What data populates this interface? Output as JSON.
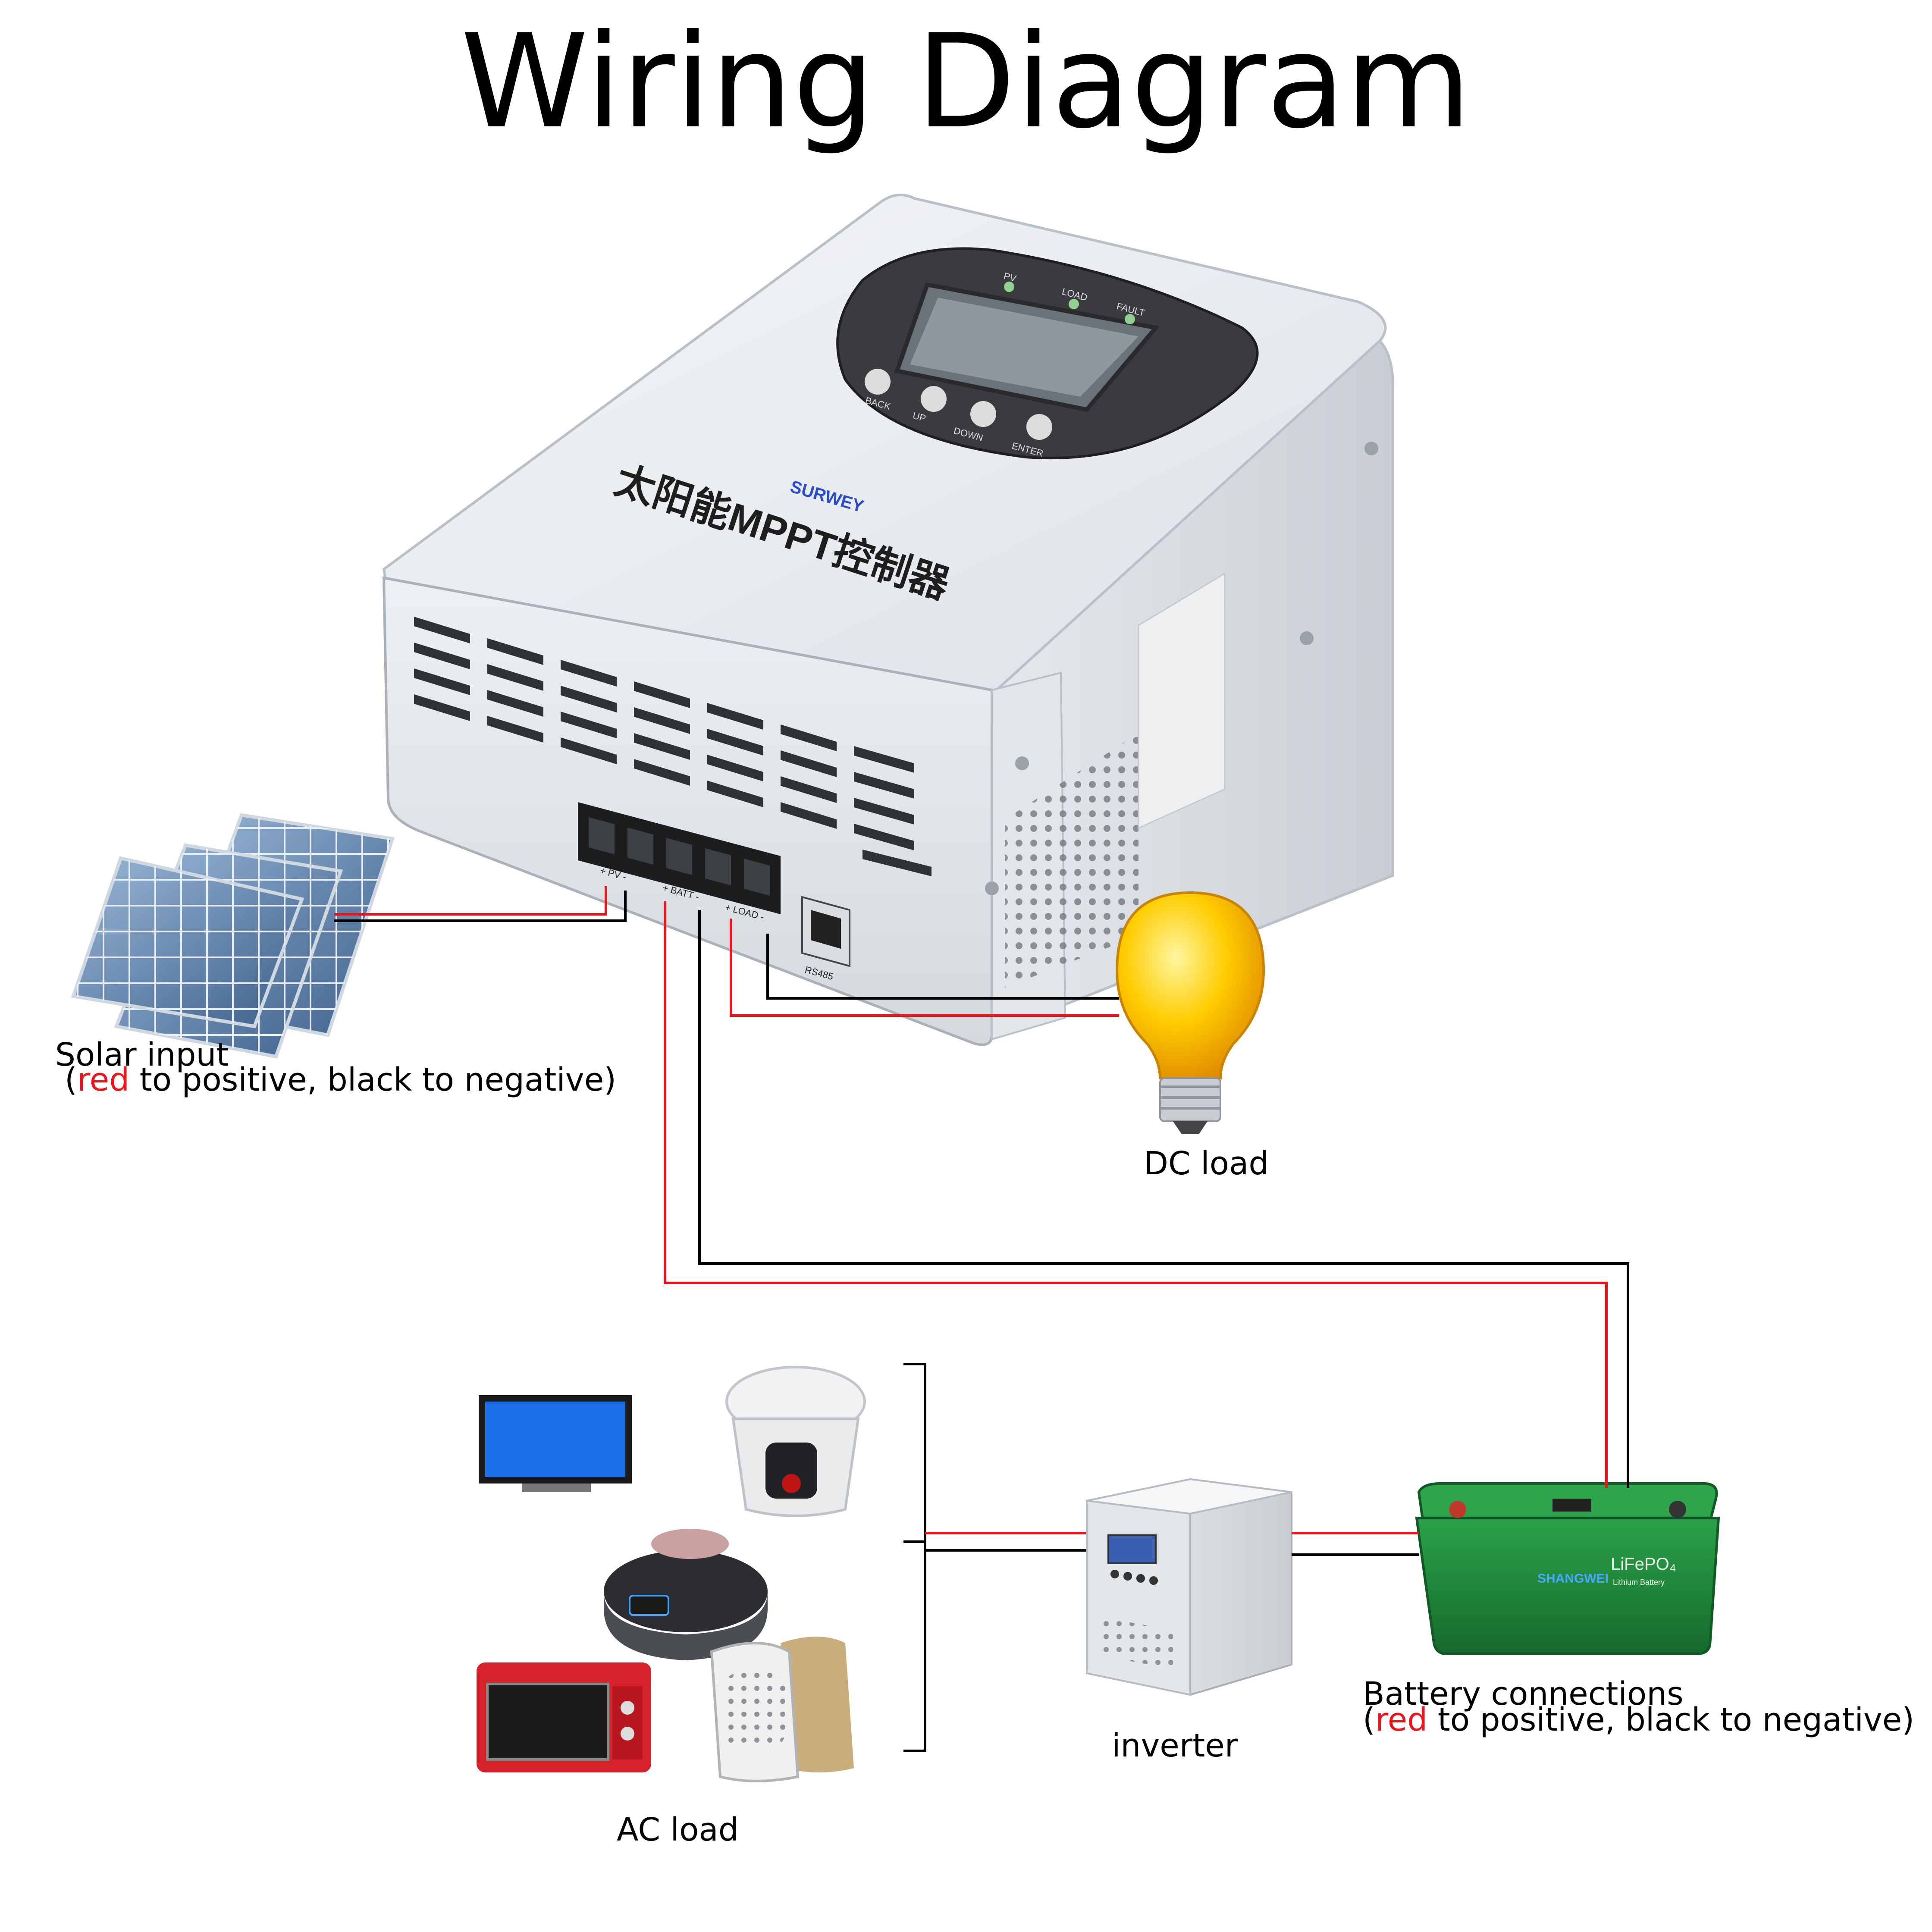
{
  "title": "Wiring Diagram",
  "controller": {
    "brand": "SURWEY",
    "chinese_label": "太阳能MPPT控制器",
    "leds": [
      "PV",
      "LOAD",
      "FAULT"
    ],
    "buttons": [
      "BACK",
      "UP",
      "DOWN",
      "ENTER"
    ],
    "terminals": {
      "pv": "+ PV -",
      "batt": "+ BATT -",
      "load": "+ LOAD -",
      "rs485": "RS485"
    }
  },
  "labels": {
    "solar_input": "Solar input",
    "polarity_open": "(",
    "polarity_red": "red",
    "polarity_rest": " to positive, black to negative)",
    "dc_load": "DC load",
    "ac_load": "AC load",
    "inverter": "inverter",
    "battery_connections": "Battery connections"
  },
  "battery": {
    "brand": "SHANGWEI",
    "chem": "LiFePO₄",
    "sub": "Lithium Battery"
  },
  "colors": {
    "positive_wire": "#e8161c",
    "negative_wire": "#000000",
    "battery": "#1f8a3a",
    "tv_screen": "#1a6fe8"
  }
}
